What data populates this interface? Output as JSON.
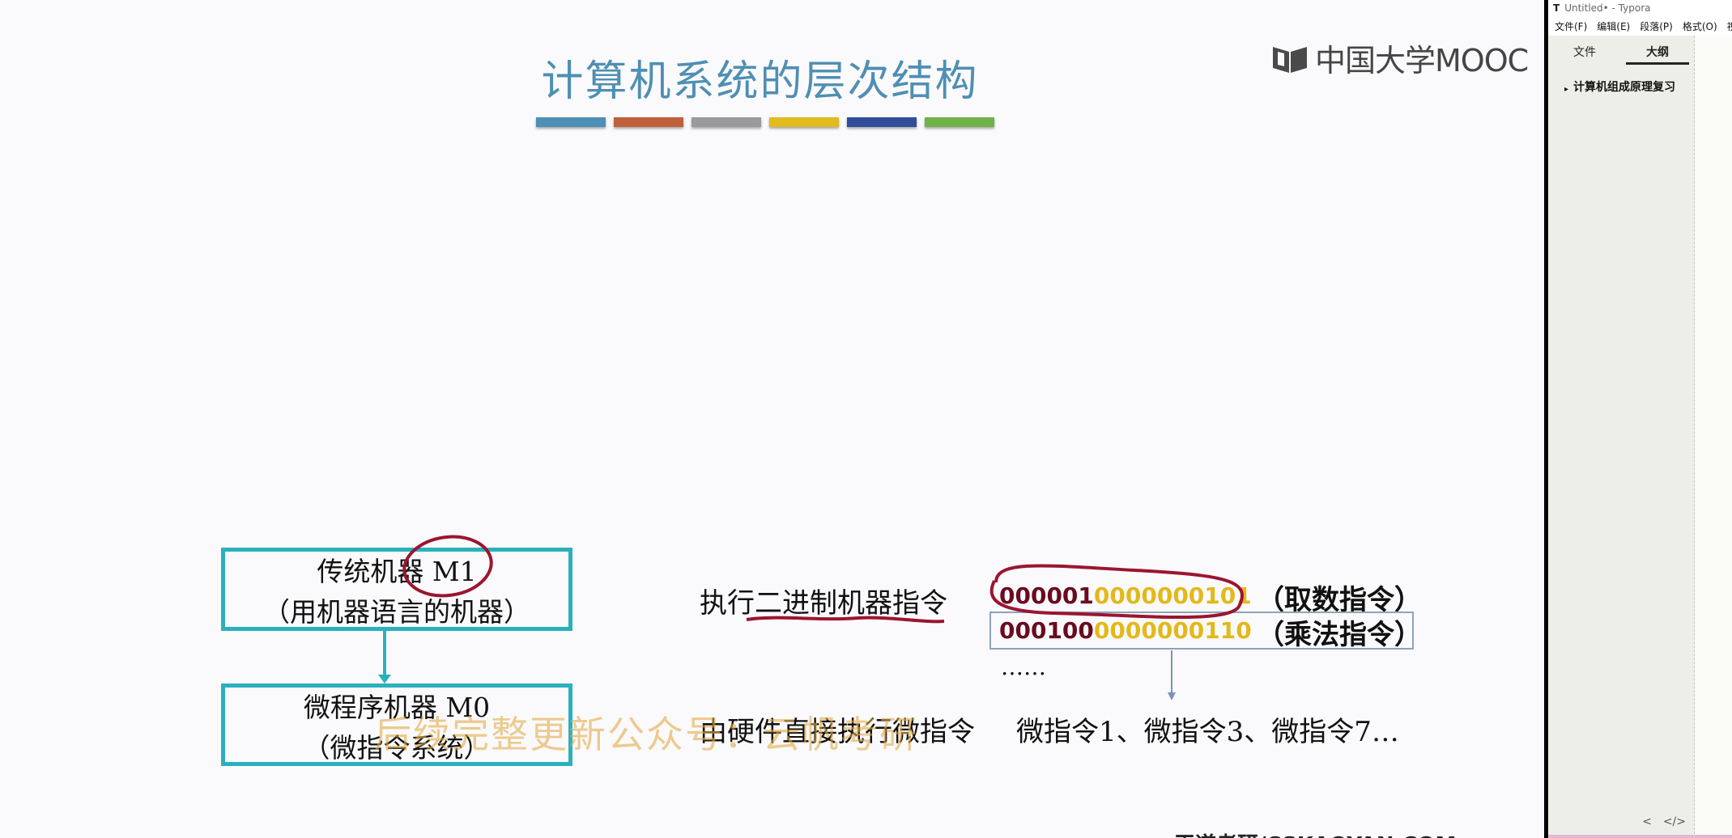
{
  "slide": {
    "title": "计算机系统的层次结构",
    "logo_text": "中国大学MOOC",
    "color_bars": [
      "#4e8fb5",
      "#c0603a",
      "#9a9a9e",
      "#e2bb1e",
      "#2f4d9a",
      "#6fb24a"
    ],
    "box_m1": {
      "line1": "传统机器 M1",
      "line2": "（用机器语言的机器）"
    },
    "box_m0": {
      "line1": "微程序机器 M0",
      "line2": "（微指令系统）"
    },
    "exec_binary_label": "执行二进制机器指令",
    "instr1": {
      "op": "000001",
      "addr": "0000000101",
      "desc": "（取数指令）"
    },
    "instr2": {
      "op": "000100",
      "addr": "0000000110",
      "desc": "（乘法指令）"
    },
    "ellipsis": "……",
    "hw_exec_label": "由硬件直接执行微指令",
    "micro_list": "微指令1、微指令3、微指令7…",
    "watermark": "后续完整更新公众号：云帆考研",
    "bottom_cut_text": "王道考研/CSKAOYAN.COM"
  },
  "typora": {
    "window_title": "Untitled• - Typora",
    "app_icon": "T",
    "menu": [
      "文件(F)",
      "编辑(E)",
      "段落(P)",
      "格式(O)",
      "视"
    ],
    "tabs": {
      "files": "文件",
      "outline": "大纲"
    },
    "outline_item": "计算机组成原理复习",
    "footer_left": "<",
    "footer_right": "</>"
  }
}
